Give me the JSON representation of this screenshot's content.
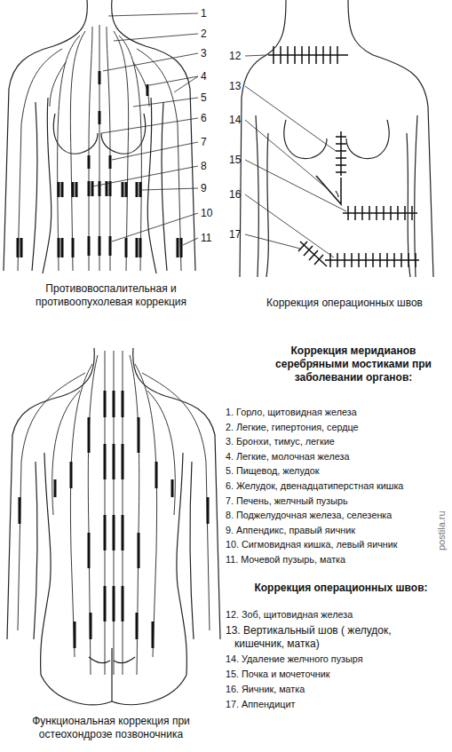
{
  "diagram": {
    "title": "Коррекция меридианов серебряными мостиками при заболевании органов:",
    "labels": [
      "1",
      "2",
      "3",
      "4",
      "5",
      "6",
      "7",
      "8",
      "9",
      "10",
      "11",
      "12",
      "13",
      "14",
      "15",
      "16",
      "17",
      "Противовоспалительная и противоопухолевая коррекция",
      "Коррекция операционных швов",
      "1. Горло, щитовидная железа",
      "2. Легкие, гипертония, сердце",
      "3. Бронхи, тимус, легкие",
      "4. Легкие, молочная железа",
      "5. Пищевод, желудок",
      "6. Желудок, двенадцатиперстная кишка",
      "7. Печень, желчный пузырь",
      "8. Поджелудочная железа, селезенка",
      "9. Аппендикс, правый яичник",
      "10. Сигмовидная кишка, левый яичник",
      "11. Мочевой пузырь, матка",
      "Коррекция операционных швов:",
      "12. Зоб, щитовидная железа",
      "13. Вертикальный шов ( желудок, кишечник, матка)",
      "14. Удаление желчного пузыря",
      "15. Почка и мочеточник",
      "16. Яичник, матка",
      "17. Аппендицит",
      "Функциональная коррекция при остеохондрозе позвоночника",
      "postila.ru"
    ]
  }
}
